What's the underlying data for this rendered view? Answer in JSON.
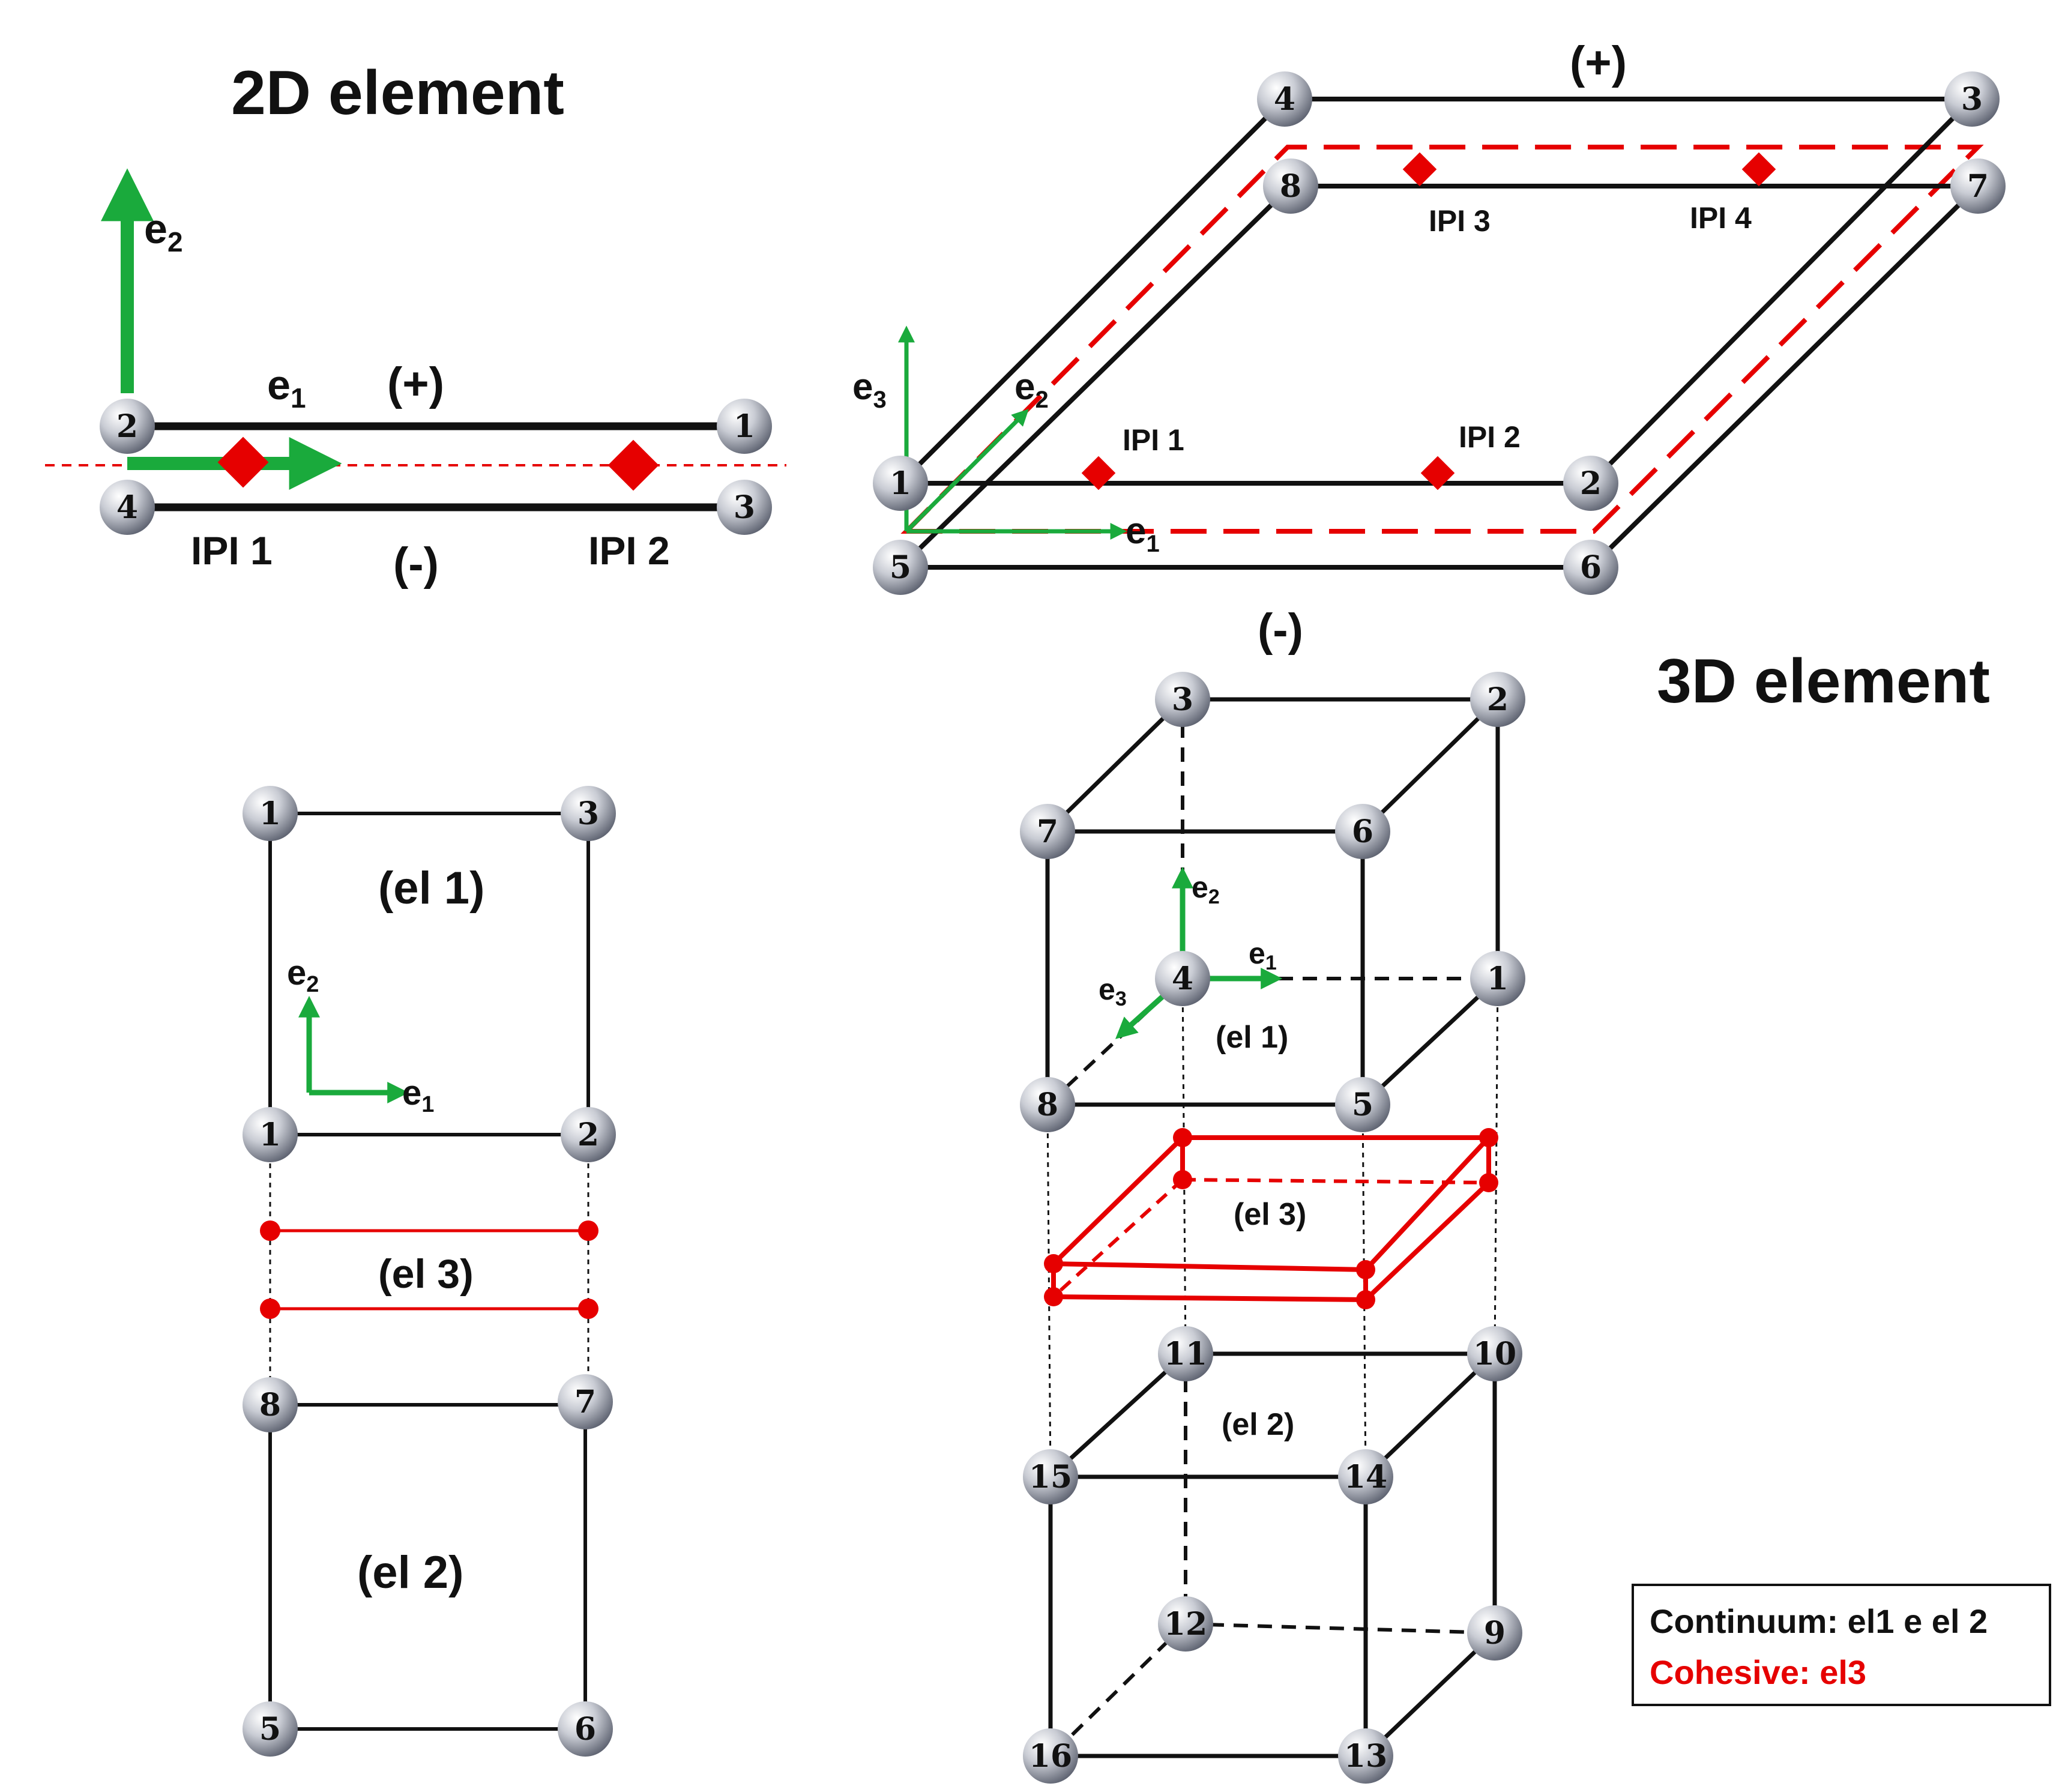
{
  "titles": {
    "two_d": "2D element",
    "three_d": "3D element"
  },
  "two_d_interface": {
    "nodes": [
      "2",
      "1",
      "4",
      "3"
    ],
    "plus": "(+)",
    "minus": "(-)",
    "ipi": [
      "IPI 1",
      "IPI 2"
    ],
    "axis_e1": "e",
    "axis_e2": "e"
  },
  "three_d_interface": {
    "nodes": [
      "4",
      "3",
      "8",
      "7",
      "1",
      "2",
      "5",
      "6"
    ],
    "plus": "(+)",
    "minus": "(-)",
    "ipi": [
      "IPI 3",
      "IPI 4",
      "IPI 1",
      "IPI 2"
    ],
    "axis_e1": "e",
    "axis_e2": "e",
    "axis_e3": "e"
  },
  "two_d_mesh": {
    "nodes": [
      "1",
      "3",
      "1",
      "2",
      "8",
      "7",
      "5",
      "6"
    ],
    "elements": [
      "(el 1)",
      "(el 3)",
      "(el 2)"
    ],
    "axis_e1": "e",
    "axis_e2": "e"
  },
  "three_d_mesh": {
    "nodes": [
      "3",
      "2",
      "7",
      "6",
      "4",
      "1",
      "8",
      "5",
      "11",
      "10",
      "15",
      "14",
      "12",
      "9",
      "16",
      "13"
    ],
    "elements": [
      "(el 1)",
      "(el 3)",
      "(el 2)"
    ],
    "axis_e1": "e",
    "axis_e2": "e",
    "axis_e3": "e"
  },
  "axis_subscripts": {
    "one": "1",
    "two": "2",
    "three": "3"
  },
  "legend": {
    "continuum": "Continuum: el1 e el 2",
    "cohesive": "Cohesive: el3",
    "continuum_color": "#111111",
    "cohesive_color": "#e60000"
  },
  "colors": {
    "axis": "#1aaa3c",
    "cohesive": "#e60000",
    "edge": "#111111"
  }
}
